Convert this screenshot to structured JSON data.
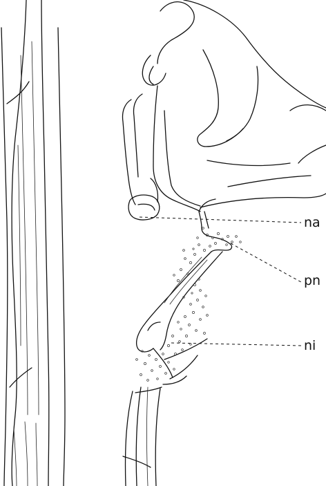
{
  "labels": {
    "na": "na",
    "pn": "pn",
    "ni": "ni"
  },
  "colors": {
    "ink": "#111111",
    "paper": "#ffffff"
  }
}
